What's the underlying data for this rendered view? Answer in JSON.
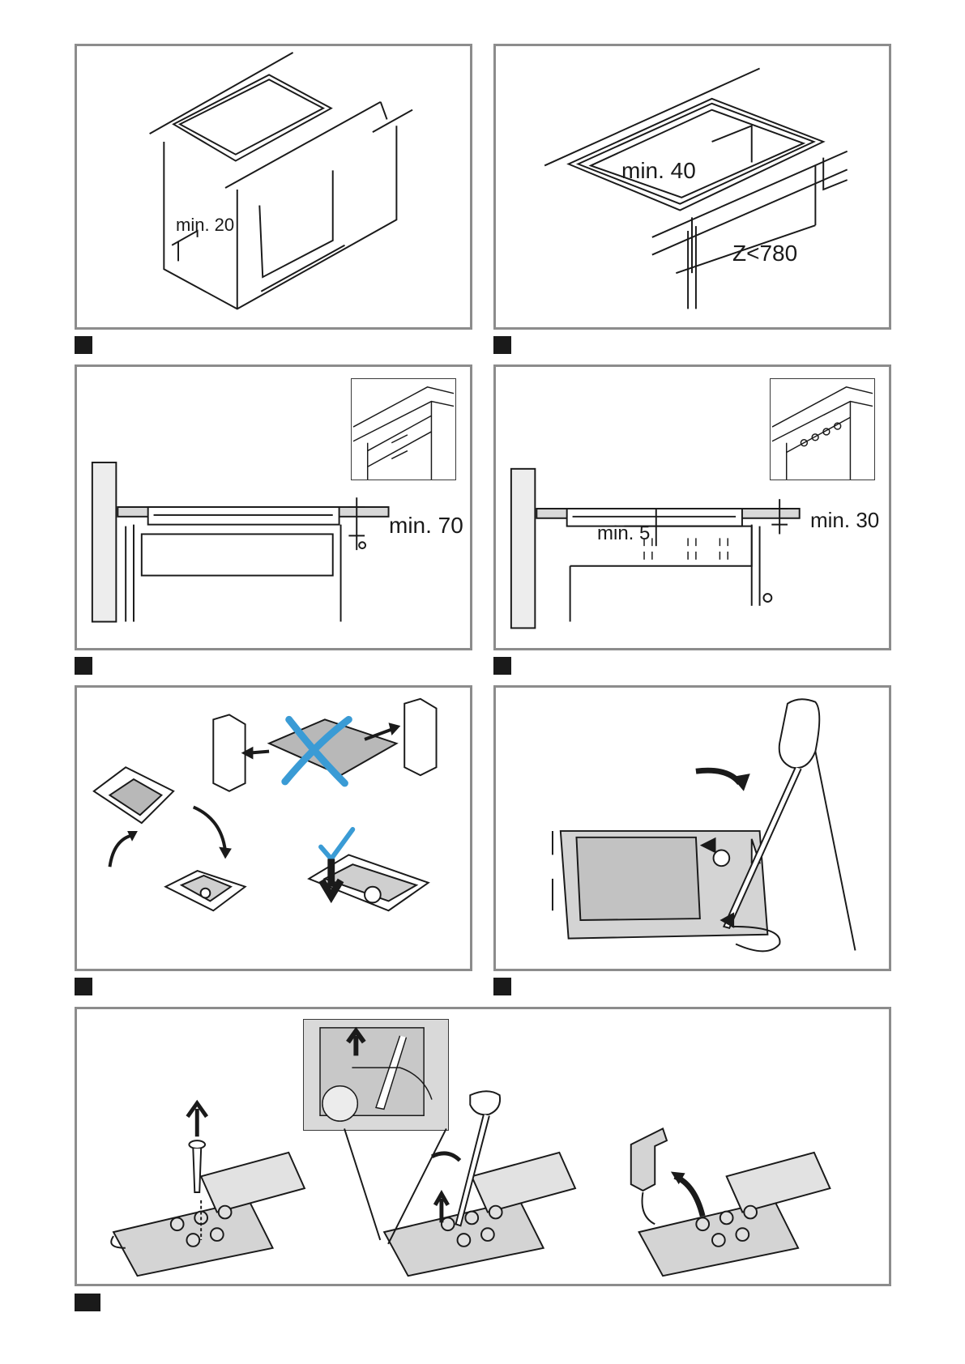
{
  "figures": [
    {
      "id": "fig-1",
      "dimension_labels": [
        "min. 20"
      ]
    },
    {
      "id": "fig-2",
      "dimension_labels": [
        "min. 40",
        "Z<780"
      ]
    },
    {
      "id": "fig-3",
      "dimension_labels": [
        "min. 70"
      ]
    },
    {
      "id": "fig-4",
      "dimension_labels": [
        "min. 5",
        "min. 30"
      ]
    },
    {
      "id": "fig-5",
      "dimension_labels": []
    },
    {
      "id": "fig-6",
      "dimension_labels": []
    },
    {
      "id": "fig-7",
      "dimension_labels": []
    }
  ],
  "colors": {
    "frame": "#8c8c8c",
    "line_art": "#1a1a1a",
    "badge": "#1a1a1a",
    "wrong_mark": "#3a9bd5",
    "right_mark": "#3a9bd5",
    "device_fill": "#b8b8b8"
  },
  "icons": [
    "cross-mark-icon",
    "check-mark-icon",
    "arrow-icon",
    "screwdriver-icon",
    "screw-icon"
  ]
}
